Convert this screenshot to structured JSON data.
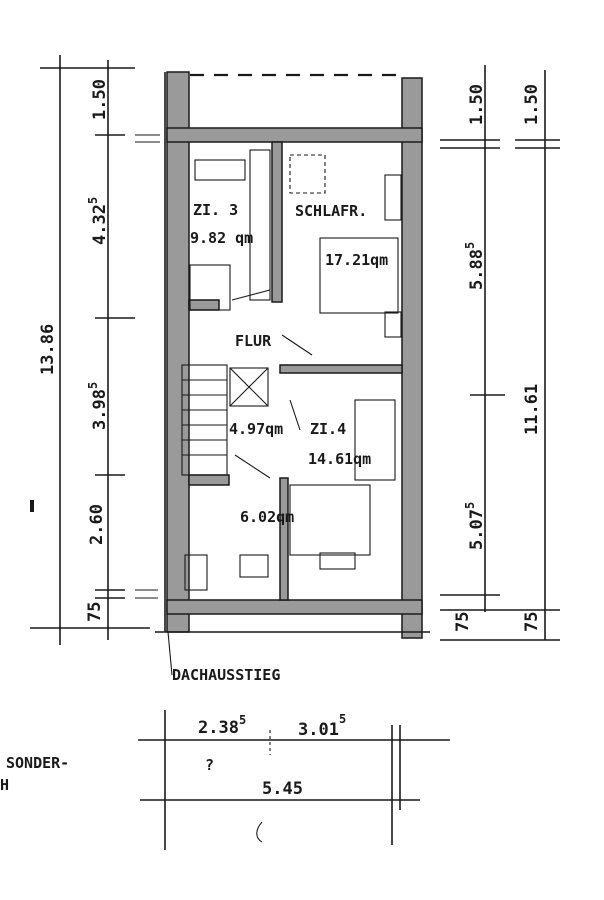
{
  "left_dims": {
    "total": "13.86",
    "d1": "1.50",
    "d2": "4.32",
    "d2_sup": "5",
    "d3": "3.98",
    "d3_sup": "5",
    "d4": "2.60",
    "d5": "75"
  },
  "right_dims": {
    "inner_top": "1.50",
    "outer_top": "1.50",
    "d_upper": "5.88",
    "d_upper_sup": "5",
    "total": "11.61",
    "d_lower": "5.07",
    "d_lower_sup": "5",
    "inner_bottom": "75",
    "outer_bottom": "75"
  },
  "rooms": {
    "zi3_name": "ZI. 3",
    "zi3_area": "9.82 qm",
    "schlafr_name": "SCHLAFR.",
    "schlafr_area": "17.21qm",
    "flur_name": "FLUR",
    "flur_area": "4.97qm",
    "zi4_name": "ZI.4",
    "zi4_area": "14.61qm",
    "bad_area": "6.02qm"
  },
  "dachausstieg": "DACHAUSSTIEG",
  "bottom_dims": {
    "w1": "2.38",
    "w1_sup": "5",
    "w2": "3.01",
    "w2_sup": "5",
    "total": "5.45",
    "mark": "?"
  },
  "side_note": {
    "line1": "SONDER-",
    "line2": "H"
  }
}
